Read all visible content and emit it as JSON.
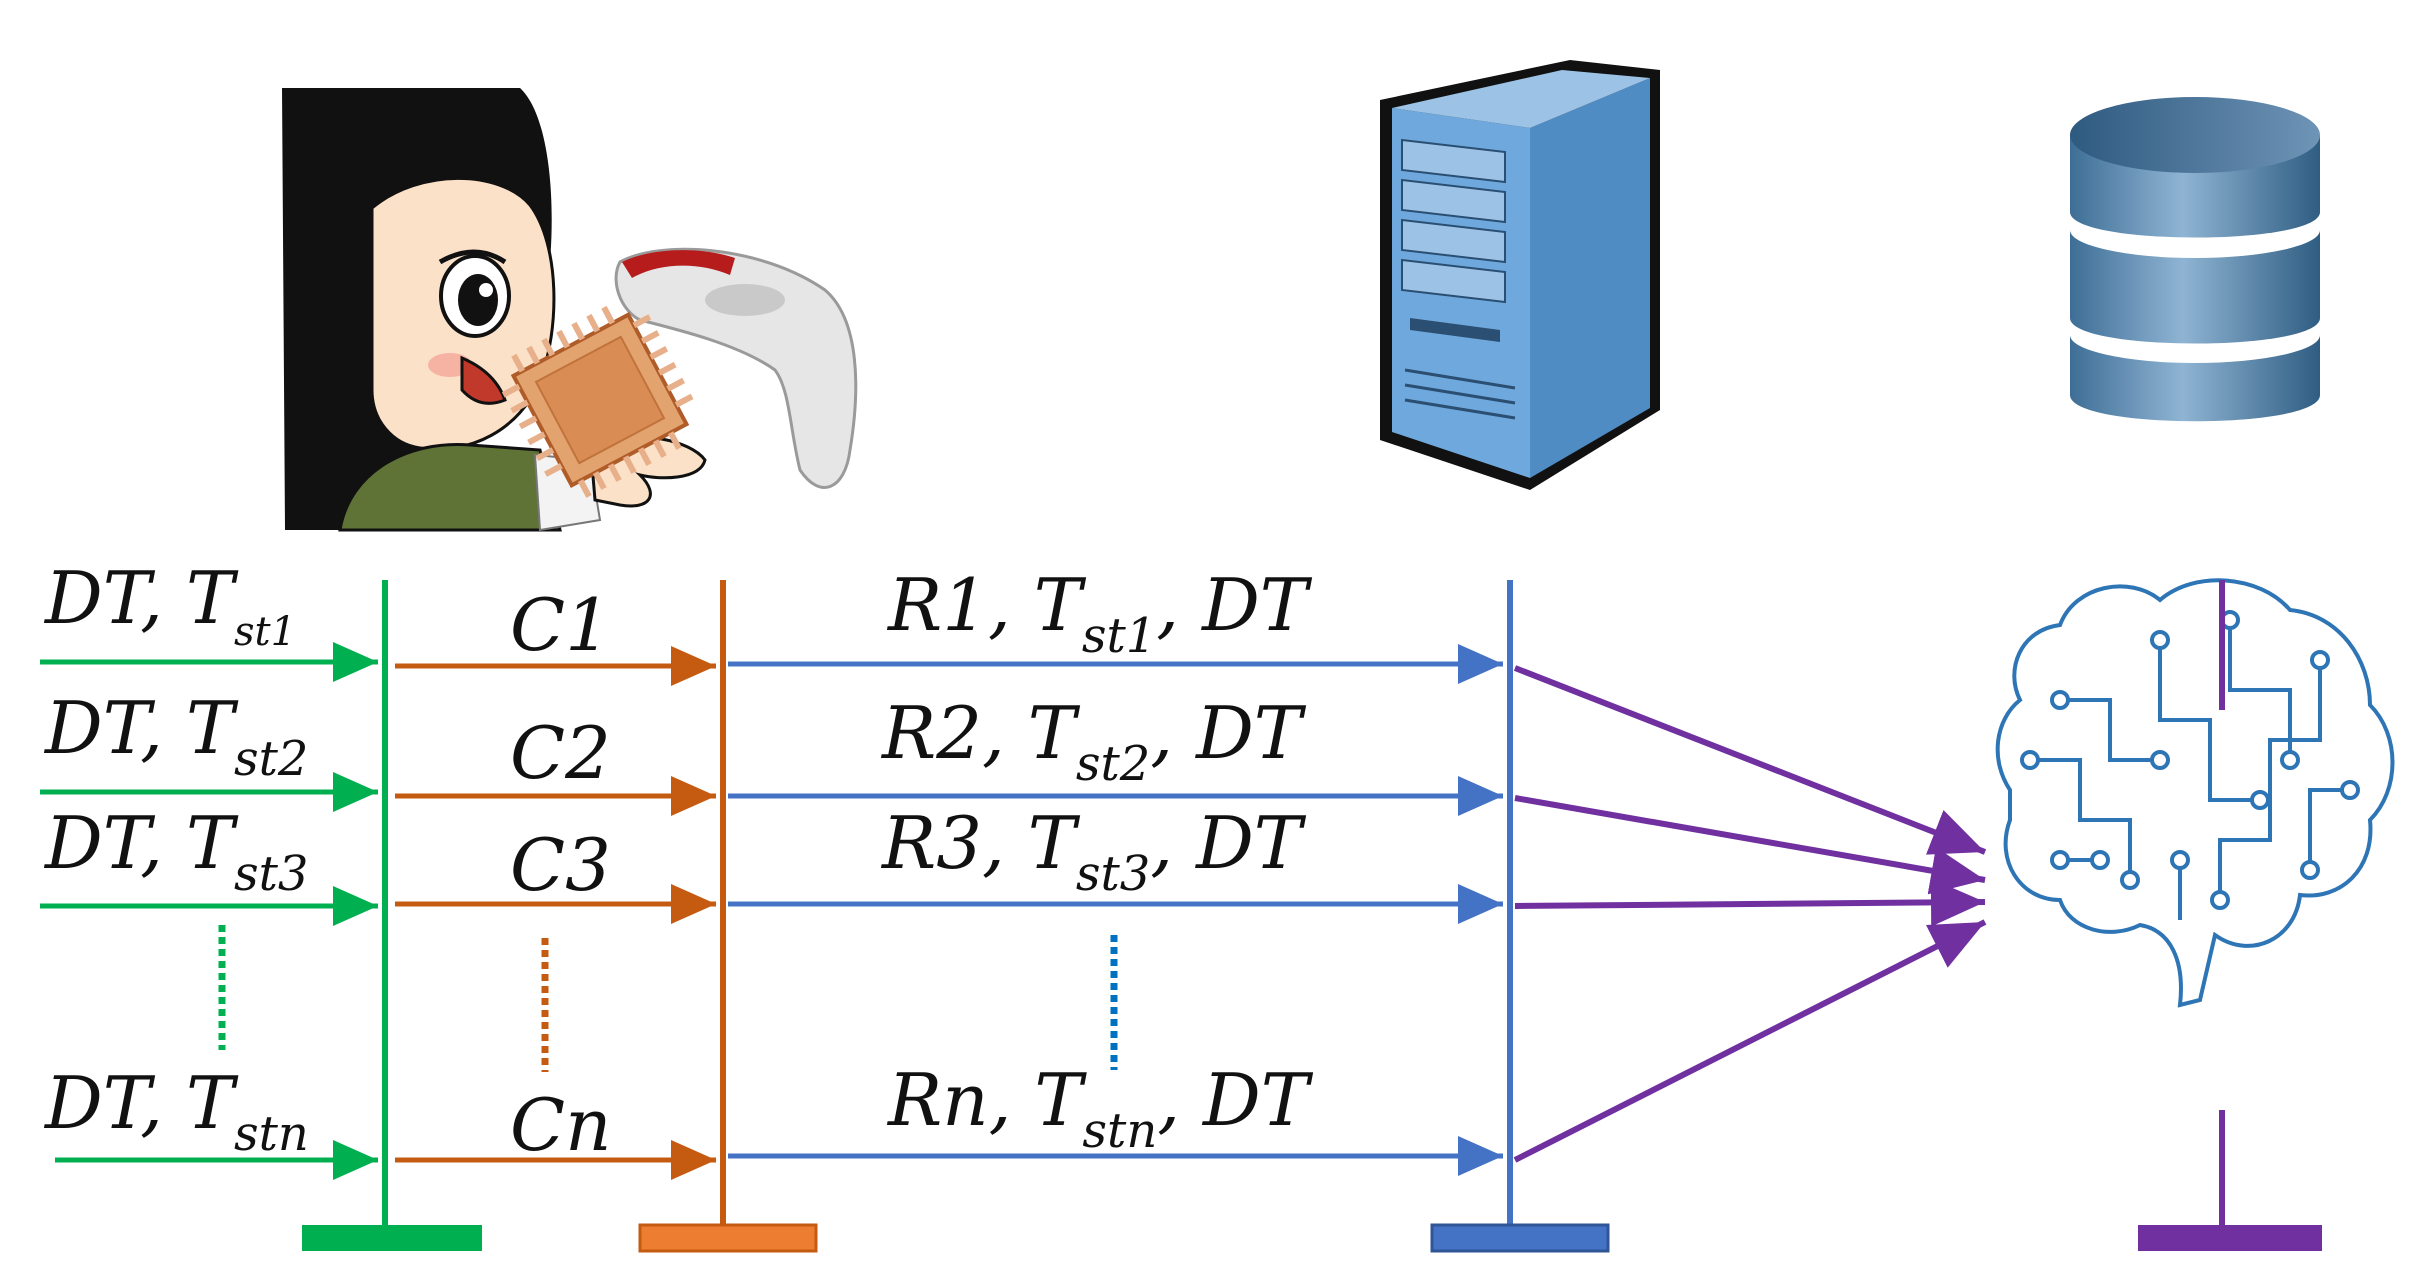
{
  "colors": {
    "green": "#00b050",
    "orange": "#c55a11",
    "orange_base": "#ed7d31",
    "blue": "#4472c4",
    "blue_dots": "#0070c0",
    "purple": "#7030a0",
    "server": "#6fa8dc",
    "database": "#5b87aa",
    "brain": "#2e75b6"
  },
  "icons": {
    "user": "person-with-reader-icon",
    "chip": "microchip-icon",
    "server": "server-tower-icon",
    "database": "database-cylinder-icon",
    "brain": "circuit-brain-icon"
  },
  "rows": [
    {
      "input_main": "DT, T",
      "input_sub": "st1",
      "challenge": "C1",
      "resp_main": "R1, T",
      "resp_sub": "st1",
      "resp_tail": ", DT"
    },
    {
      "input_main": "DT, T",
      "input_sub": "st2",
      "challenge": "C2",
      "resp_main": "R2, T",
      "resp_sub": "st2",
      "resp_tail": ", DT"
    },
    {
      "input_main": "DT, T",
      "input_sub": "st3",
      "challenge": "C3",
      "resp_main": "R3, T",
      "resp_sub": "st3",
      "resp_tail": ", DT"
    },
    {
      "input_main": "DT, T",
      "input_sub": "stn",
      "challenge": "Cn",
      "resp_main": "Rn, T",
      "resp_sub": "stn",
      "resp_tail": ", DT"
    }
  ]
}
